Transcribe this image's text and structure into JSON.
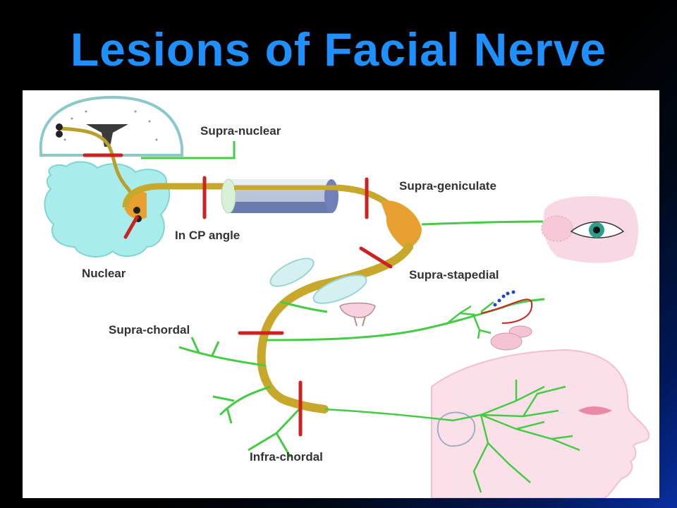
{
  "slide": {
    "title": "Lesions of Facial Nerve"
  },
  "colors": {
    "title": "#1e90ff",
    "nerve_trunk": "#c8a82a",
    "ganglion": "#e8a030",
    "branches": "#44cc44",
    "lesion_marks": "#cc2222",
    "brainstem": "#a8ecec",
    "skin": "#f8d8e4"
  },
  "labels": {
    "supra_nuclear": "Supra-nuclear",
    "nuclear": "Nuclear",
    "in_cp_angle": "In CP angle",
    "supra_geniculate": "Supra-geniculate",
    "supra_stapedial": "Supra-stapedial",
    "supra_chordal": "Supra-chordal",
    "infra_chordal": "Infra-chordal"
  }
}
